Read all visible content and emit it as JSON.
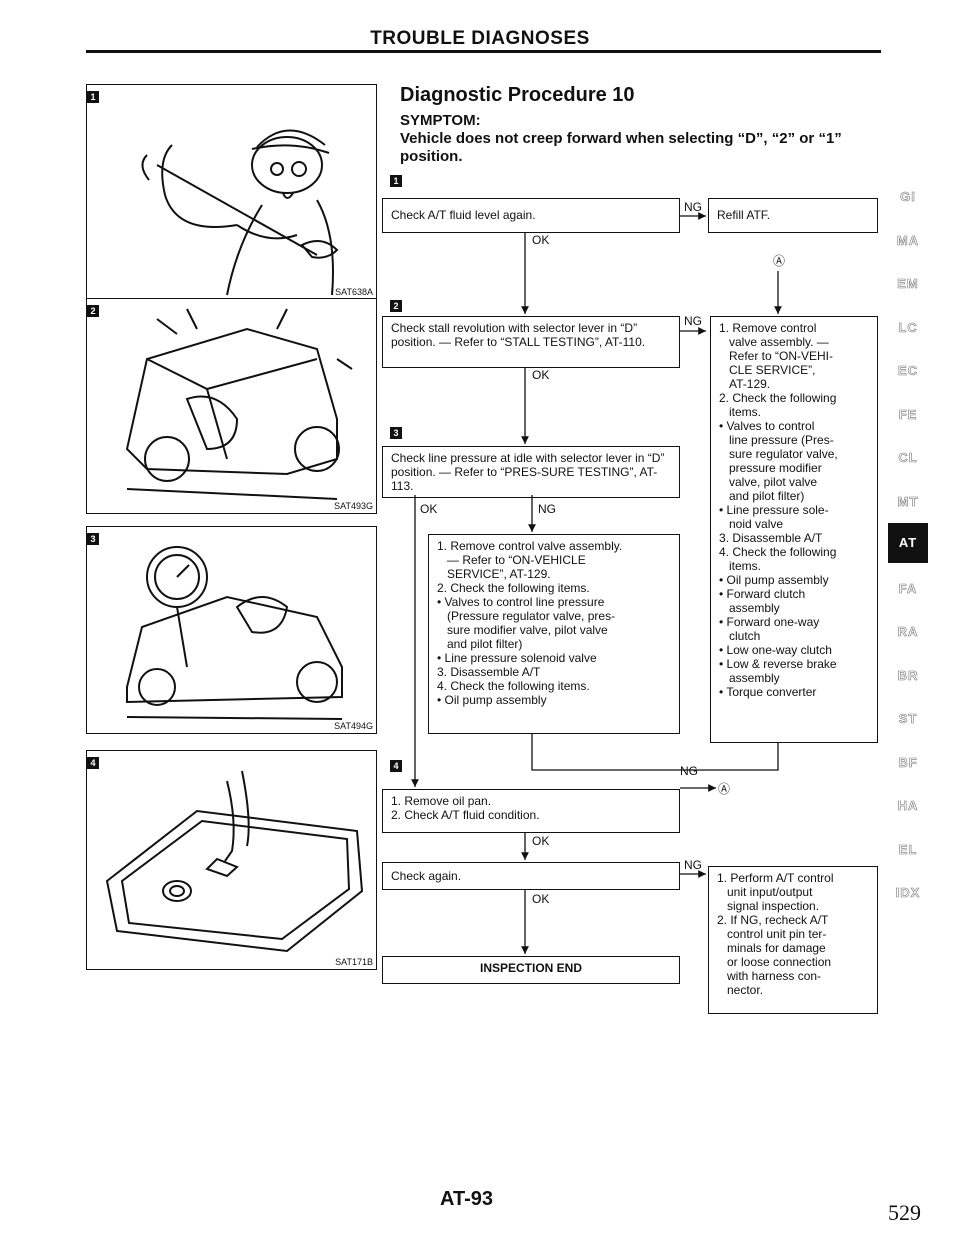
{
  "header": {
    "title": "TROUBLE DIAGNOSES"
  },
  "procedure": {
    "title": "Diagnostic Procedure 10",
    "symptom_label": "SYMPTOM:",
    "symptom_text": "Vehicle does not creep forward when selecting “D”, “2” or “1” position."
  },
  "figures": [
    {
      "step": "1",
      "code": "SAT638A",
      "icon": "mechanic-checking-dipstick-illustration"
    },
    {
      "step": "2",
      "code": "SAT493G",
      "icon": "car-stall-test-illustration"
    },
    {
      "step": "3",
      "code": "SAT494G",
      "icon": "car-pressure-gauge-illustration"
    },
    {
      "step": "4",
      "code": "SAT171B",
      "icon": "oil-pan-inspection-illustration"
    }
  ],
  "flow": {
    "step_badges": [
      "1",
      "2",
      "3",
      "4"
    ],
    "step1": "Check A/T fluid level again.",
    "step1_ng": "Refill ATF.",
    "step2": "Check stall revolution with selector lever in “D” position. — Refer to “STALL TESTING”, AT-110.",
    "step3": "Check line pressure at idle with selector lever in “D” position. — Refer to “PRES-SURE TESTING”, AT-113.",
    "step3_ng_lines": [
      "1. Remove control valve assembly.",
      "— Refer to “ON-VEHICLE",
      "SERVICE”, AT-129.",
      "2. Check the following items.",
      "• Valves to control line pressure",
      "(Pressure regulator valve, pres-",
      "sure modifier valve, pilot valve",
      "and pilot filter)",
      "• Line pressure solenoid valve",
      "3. Disassemble A/T",
      "4. Check the following items.",
      "• Oil pump assembly"
    ],
    "right_ng_lines": [
      "1. Remove control",
      "valve assembly. —",
      "Refer to “ON-VEHI-",
      "CLE SERVICE”,",
      "AT-129.",
      "2. Check the following",
      "items.",
      "• Valves to control",
      "line pressure (Pres-",
      "sure regulator valve,",
      "pressure modifier",
      "valve, pilot valve",
      "and pilot filter)",
      "• Line pressure sole-",
      "noid valve",
      "3. Disassemble A/T",
      "4. Check the following",
      "items.",
      "• Oil pump assembly",
      "• Forward clutch",
      "assembly",
      "• Forward one-way",
      "clutch",
      "• Low one-way clutch",
      "• Low & reverse brake",
      "assembly",
      "• Torque converter"
    ],
    "step4_lines": [
      "1. Remove oil pan.",
      "2. Check A/T fluid condition."
    ],
    "check_again": "Check again.",
    "check_again_ng_lines": [
      "1. Perform A/T control",
      "unit input/output",
      "signal inspection.",
      "2. If NG, recheck A/T",
      "control unit pin ter-",
      "minals for damage",
      "or loose connection",
      "with harness con-",
      "nector."
    ],
    "end": "INSPECTION END",
    "ok": "OK",
    "ng": "NG",
    "connector": "Ⓐ"
  },
  "side_tabs": [
    "GI",
    "MA",
    "EM",
    "LC",
    "EC",
    "FE",
    "CL",
    "MT",
    "AT",
    "FA",
    "RA",
    "BR",
    "ST",
    "BF",
    "HA",
    "EL",
    "IDX"
  ],
  "active_tab": "AT",
  "footer": {
    "code": "AT-93",
    "page_number": "529"
  }
}
